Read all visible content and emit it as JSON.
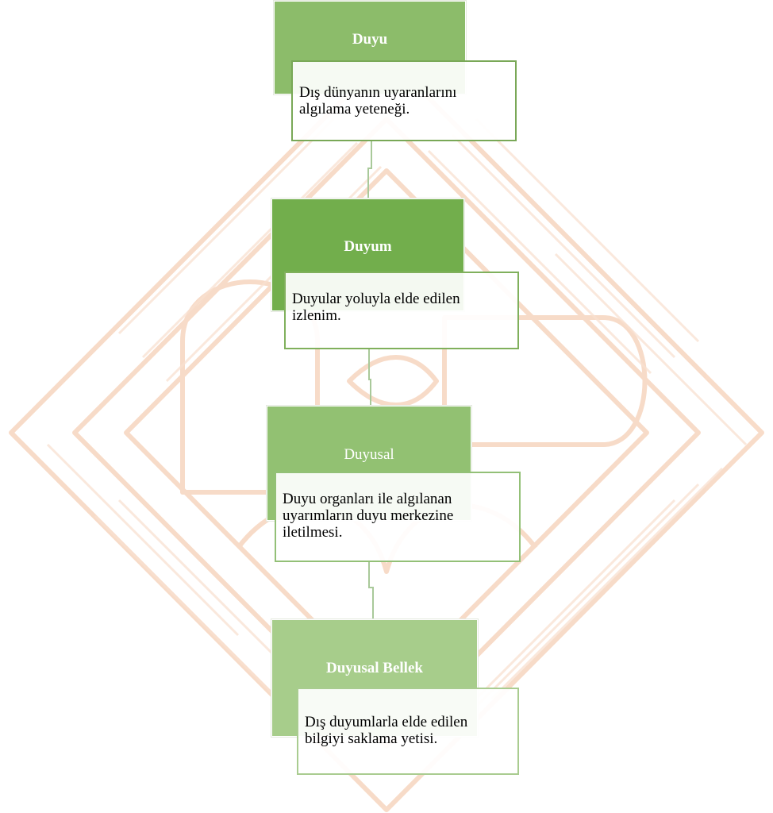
{
  "colors": {
    "head1": "#8cbc6a",
    "head2": "#72ae4c",
    "head3": "#92c172",
    "head4": "#a7cd8b",
    "desc_border1": "#79a857",
    "desc_border2": "#80b05c",
    "desc_border3": "#93c077",
    "desc_border4": "#a9cc90",
    "connector": "#a9c99a",
    "watermark": "#f7d8c3"
  },
  "watermark": {
    "icon": "sketch-hatched-diamond-logo"
  },
  "steps": [
    {
      "title": "Duyu",
      "description": [
        "Dış dünyanın uyaranlarını",
        "algılama yeteneği."
      ]
    },
    {
      "title": "Duyum",
      "description": [
        "Duyular yoluyla elde edilen",
        "izlenim."
      ]
    },
    {
      "title": "Duyusal",
      "description": [
        "Duyu organları ile algılanan",
        "uyarımların duyu merkezine",
        "iletilmesi."
      ]
    },
    {
      "title": "Duyusal Bellek",
      "description": [
        "Dış duyumlarla elde edilen",
        "bilgiyi saklama yetisi."
      ]
    }
  ]
}
